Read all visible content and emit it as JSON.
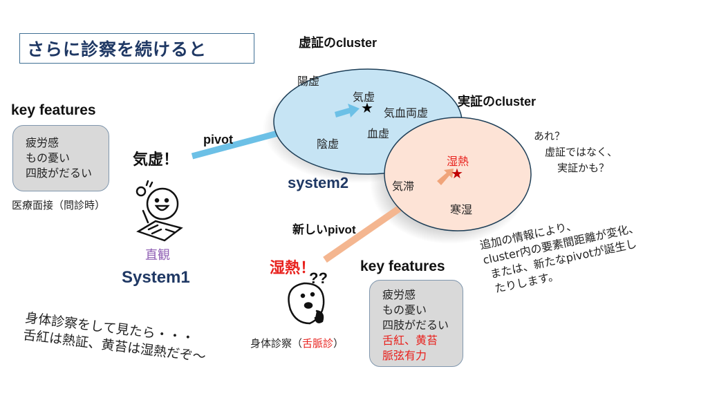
{
  "title": "さらに診察を続けると",
  "left_panel": {
    "heading": "key features",
    "items": [
      "疲労感",
      "もの憂い",
      "四肢がだるい"
    ],
    "caption": "医療面接（問診時）",
    "exclaim": "気虚！",
    "pivot_label": "pivot",
    "intuition_label": "直観",
    "system_label": "System1"
  },
  "deficiency_cluster": {
    "title": "虚証のcluster",
    "items": [
      "陽虚",
      "気虚",
      "気血両虚",
      "陰虚",
      "血虚"
    ],
    "highlight": "気虚",
    "system_label": "system2",
    "fill_color": "#c6e4f4"
  },
  "excess_cluster": {
    "title": "実証のcluster",
    "items": [
      "湿熱",
      "気滞",
      "寒湿"
    ],
    "highlight": "湿熱",
    "fill_color": "#fde3d6"
  },
  "thought_bubble": [
    "あれ？",
    "虚証ではなく、",
    "実証かも？"
  ],
  "explanation": [
    "追加の情報により、",
    "cluster内の要素間距離が変化、",
    "または、新たなpivotが誕生し",
    "たりします。"
  ],
  "bottom_panel": {
    "new_pivot_label": "新しいpivot",
    "exclaim": "湿熱！",
    "question_marks": "??",
    "caption_prefix": "身体診察（",
    "caption_highlight": "舌脈診",
    "caption_suffix": "）",
    "heading": "key features",
    "items": [
      "疲労感",
      "もの憂い",
      "四肢がだるい"
    ],
    "items_new": [
      "舌紅、黄苔",
      "脈弦有力"
    ]
  },
  "monologue": [
    "身体診察をして見たら・・・",
    "舌紅は熱証、黄苔は湿熱だぞ〜"
  ],
  "colors": {
    "title_text": "#1f3864",
    "system_text": "#1f3864",
    "accent_red": "#e8201c",
    "star_red": "#c00000",
    "intuition_purple": "#8e5db3",
    "pivot_blue": "#6cc0e6",
    "pivot_orange": "#f4b690"
  }
}
